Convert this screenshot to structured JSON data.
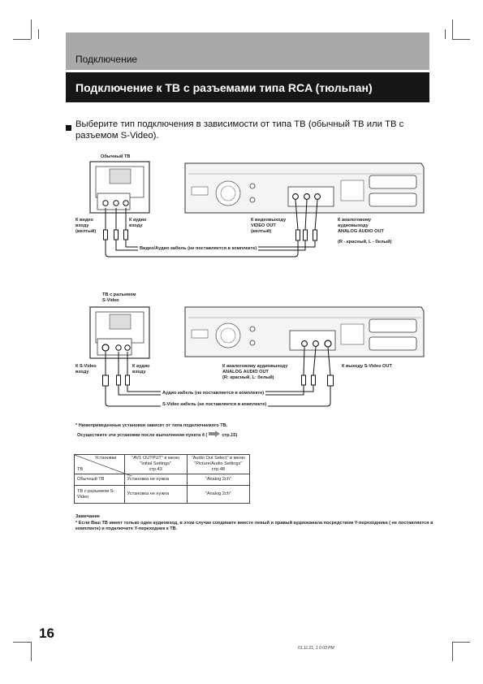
{
  "header": {
    "section": "Подключение",
    "title": "Подключение к ТВ с разъемами типа RCA (тюльпан)"
  },
  "intro": "Выберите тип подключения в зависимости от типа ТВ (обычный ТВ или ТВ с разъемом S-Video).",
  "diagram1": {
    "tv_label": "Обычный ТВ",
    "video_in": "К видео\nвходу\n(желтый)",
    "audio_in": "К аудио\nвходу",
    "video_out": "К видеовыходу\nVIDEO OUT\n(желтый)",
    "audio_out": "К аналоговому\nаудиовыходу\nANALOG AUDIO OUT",
    "audio_colors": "(R - красный, L - белый)",
    "cable": "Видео/Аудио кабель (не поставляется в комплекте)"
  },
  "diagram2": {
    "tv_label": "ТВ с разъемом\nS-Video",
    "svideo_in": "К S-Video\nвходу",
    "audio_in": "К аудио\nвходу",
    "audio_out": "К аналоговому аудиовыходу\nANALOG AUDIO OUT\n(R: красный, L: белый)",
    "svideo_out": "К выходу S-Video OUT",
    "audio_cable": "Аудио кабель (не поставляется в комплекте)",
    "svideo_cable": "S-Video кабель (не поставляется в комплекте)"
  },
  "settings_note": {
    "line1": "* Нижеприведенные установки зависят от типа подключаемого ТВ.",
    "line2_prefix": "Осуществите эти установки после выполнения пункта 4 (",
    "line2_suffix": "стр.15)"
  },
  "table": {
    "header_tv": "ТВ",
    "header_settings": "Установки",
    "col1_header": "\"AV1 OUTPUT\" в меню \"Initial Settings\"\nстр.43",
    "col2_header": "\"Audio Out Select\" в меню \"Picture/Audio Settings\"\nстр.48",
    "rows": [
      {
        "tv": "Обычный ТВ",
        "av1": "Установка не нужна",
        "audio": "\"Analog 2ch\""
      },
      {
        "tv": "ТВ с разъемом S-Video",
        "av1": "Установка не нужна",
        "audio": "\"Analog 2ch\""
      }
    ]
  },
  "note": {
    "heading": "Замечание",
    "text": "* Если Ваш ТВ имеет только один аудиовход, в этом случае соедините вместе левый и правый аудиоканала посредством Y-переходника ( не поставляется в комплекте) и подключите Y-переходник к ТВ."
  },
  "footer": {
    "page": "16",
    "code": "01.11.21, 1 0:03 PM"
  }
}
